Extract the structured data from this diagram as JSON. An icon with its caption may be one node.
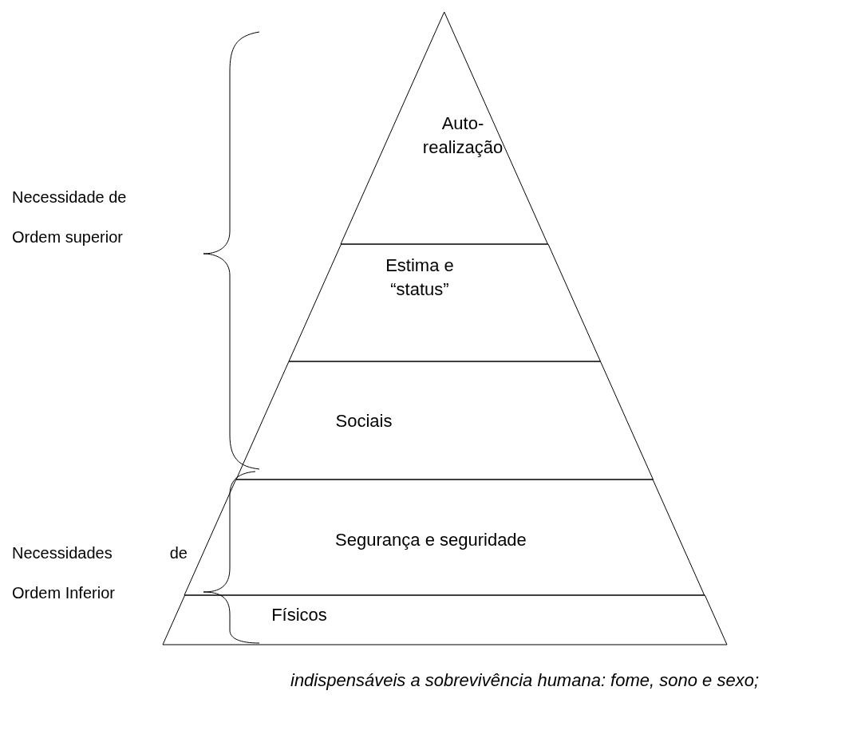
{
  "diagram": {
    "nodes": [
      {
        "text": [
          "Auto- realização"
        ]
      },
      {
        "text": [
          "Estima e “status”"
        ]
      },
      {
        "text": [
          "Sociais"
        ]
      },
      {
        "text": [
          "Segurança e seguridade"
        ]
      },
      {
        "text": [
          "Físicos"
        ]
      }
    ],
    "labels": [
      "Necessidade de Ordem superior",
      "Necessidades de Ordem Inferior"
    ],
    "caption": "indispensáveis a sobrevivência humana: fome, sono e sexo;"
  }
}
